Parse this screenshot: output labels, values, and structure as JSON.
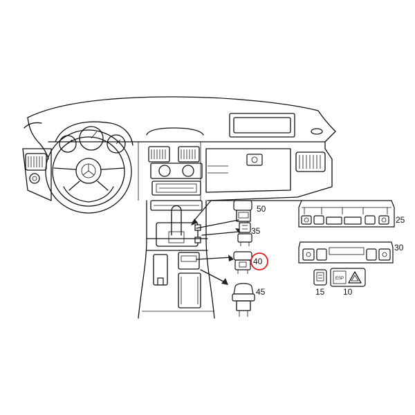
{
  "diagram": {
    "parts": [
      {
        "id": "p50",
        "label": "50"
      },
      {
        "id": "p35",
        "label": "35"
      },
      {
        "id": "p40",
        "label": "40",
        "highlighted": true
      },
      {
        "id": "p45",
        "label": "45"
      },
      {
        "id": "p25",
        "label": "25"
      },
      {
        "id": "p30",
        "label": "30"
      },
      {
        "id": "p15",
        "label": "15"
      },
      {
        "id": "p10",
        "label": "10"
      }
    ],
    "highlight_color": "#e02020",
    "line_color": "#111111",
    "button_text": {
      "esp": "ESP"
    }
  }
}
